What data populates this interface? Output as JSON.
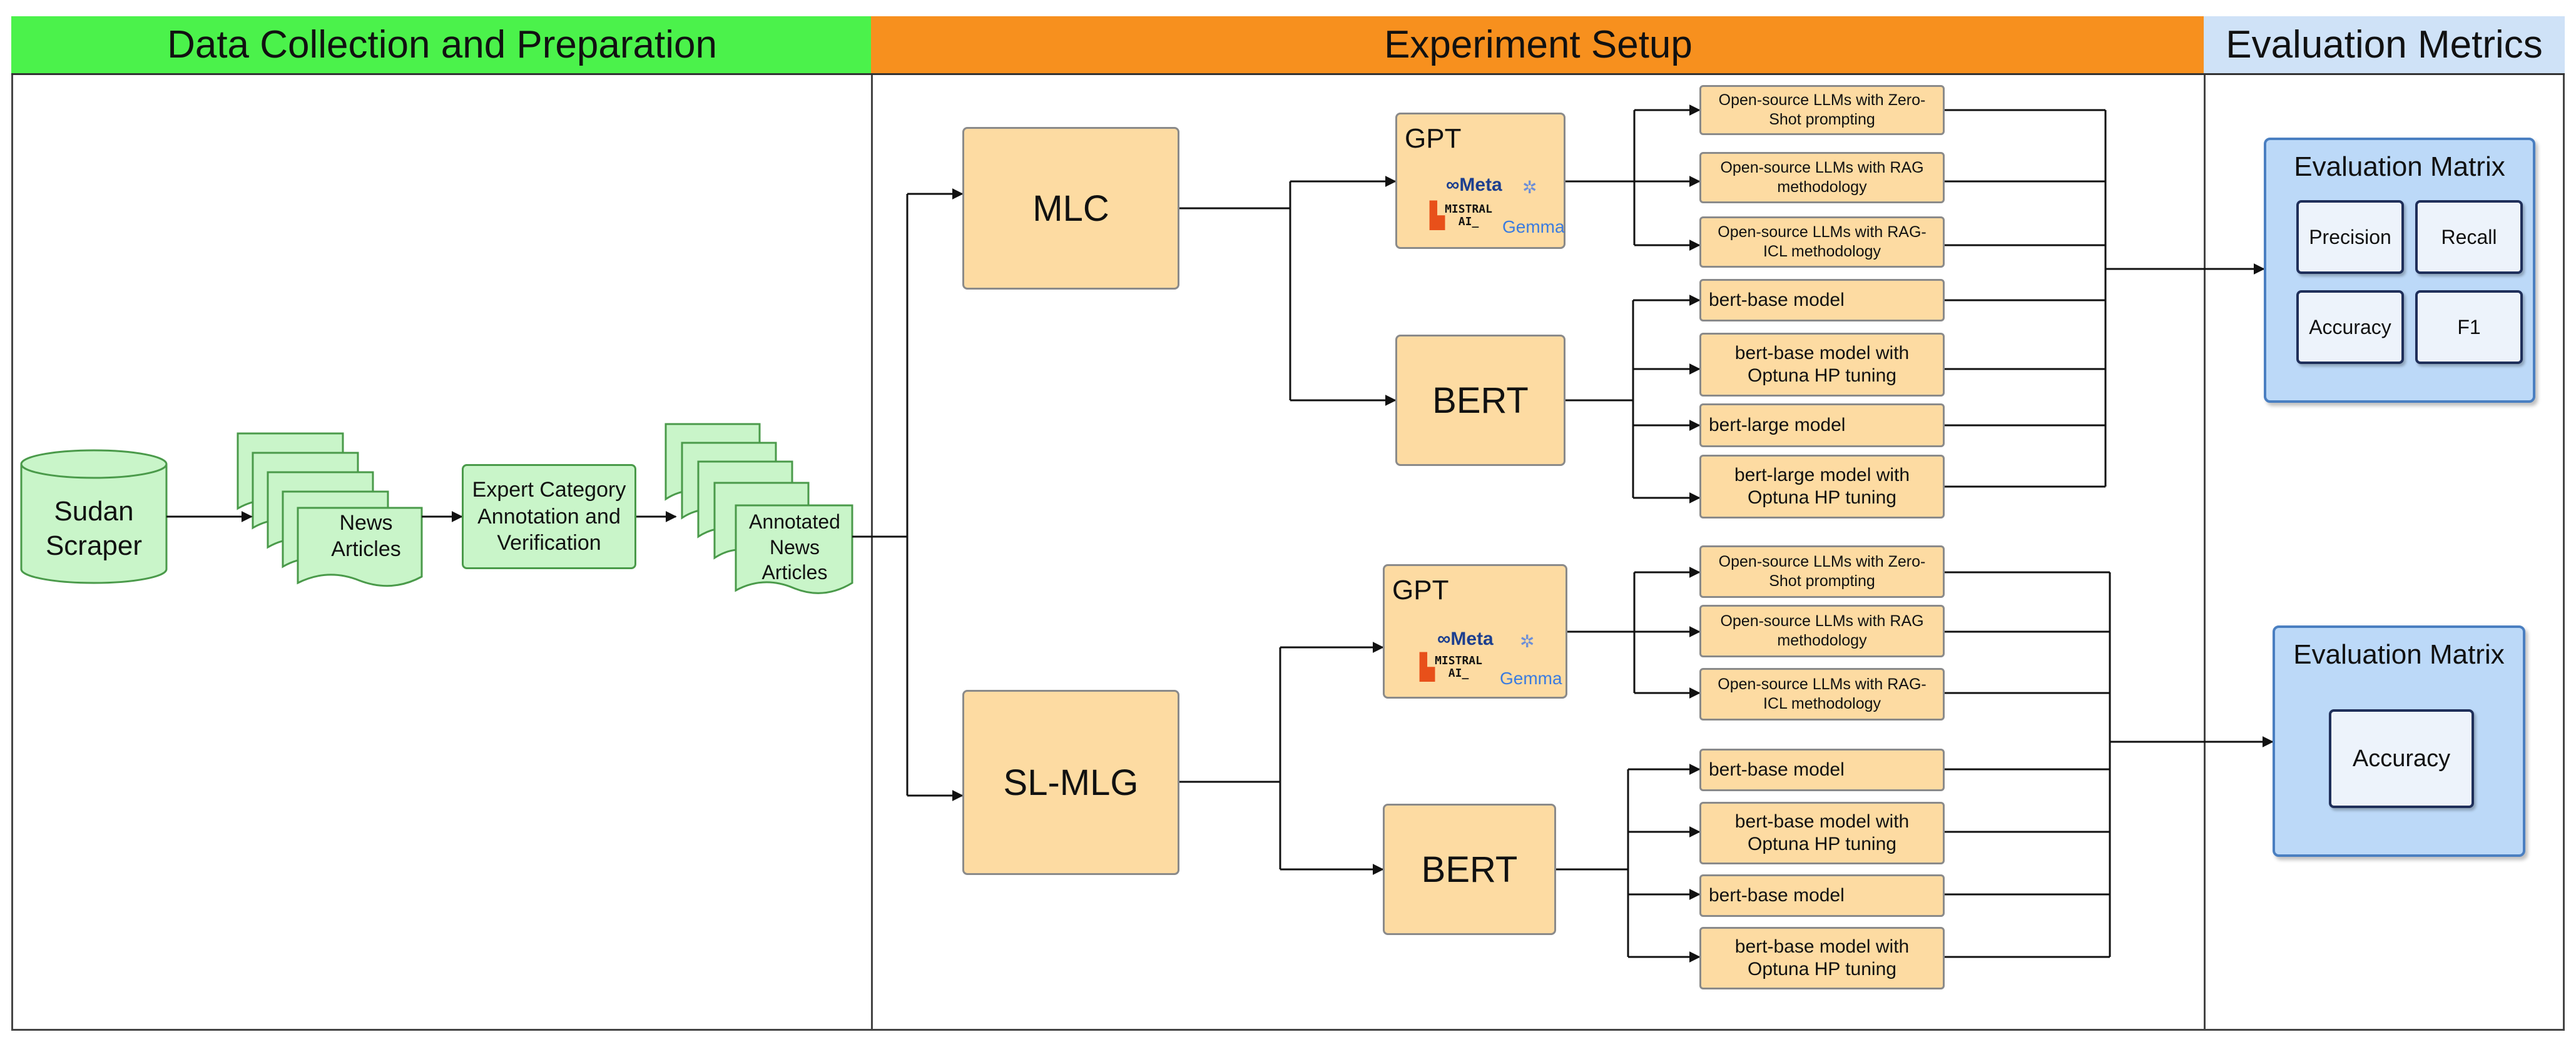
{
  "panels": {
    "data_prep": {
      "title": "Data Collection and Preparation",
      "color": "#4bf24b"
    },
    "experiment": {
      "title": "Experiment Setup",
      "color": "#f7901e"
    },
    "evaluation": {
      "title": "Evaluation Metrics",
      "color": "#cfe2f7"
    }
  },
  "data_prep": {
    "scraper": "Sudan Scraper",
    "news_articles": "News Articles",
    "annotation": "Expert Category Annotation and Verification",
    "annotated_articles": "Annotated News Articles"
  },
  "experiment": {
    "mlc": {
      "label": "MLC",
      "gpt": {
        "label": "GPT",
        "logos": {
          "meta": "Meta",
          "mistral_1": "MISTRAL",
          "mistral_2": "AI_",
          "gemma": "Gemma"
        },
        "methods": [
          "Open-source LLMs with Zero-Shot prompting",
          "Open-source LLMs with RAG methodology",
          "Open-source LLMs with RAG-ICL methodology"
        ]
      },
      "bert": {
        "label": "BERT",
        "models": [
          "bert-base model",
          "bert-base model with Optuna HP tuning",
          "bert-large model",
          "bert-large model with Optuna HP tuning"
        ]
      }
    },
    "slmlg": {
      "label": "SL-MLG",
      "gpt": {
        "label": "GPT",
        "logos": {
          "meta": "Meta",
          "mistral_1": "MISTRAL",
          "mistral_2": "AI_",
          "gemma": "Gemma"
        },
        "methods": [
          "Open-source LLMs with Zero-Shot prompting",
          "Open-source LLMs with RAG methodology",
          "Open-source LLMs with RAG-ICL methodology"
        ]
      },
      "bert": {
        "label": "BERT",
        "models": [
          "bert-base model",
          "bert-base model with Optuna HP tuning",
          "bert-base model",
          "bert-base model with Optuna HP tuning"
        ]
      }
    }
  },
  "evaluation": {
    "matrix_1": {
      "title": "Evaluation Matrix",
      "metrics": [
        "Precision",
        "Recall",
        "Accuracy",
        "F1"
      ]
    },
    "matrix_2": {
      "title": "Evaluation Matrix",
      "metrics": [
        "Accuracy"
      ]
    }
  },
  "icons": {
    "meta": "meta-logo-icon",
    "mistral": "mistral-logo-icon",
    "gemma": "gemma-logo-icon"
  }
}
